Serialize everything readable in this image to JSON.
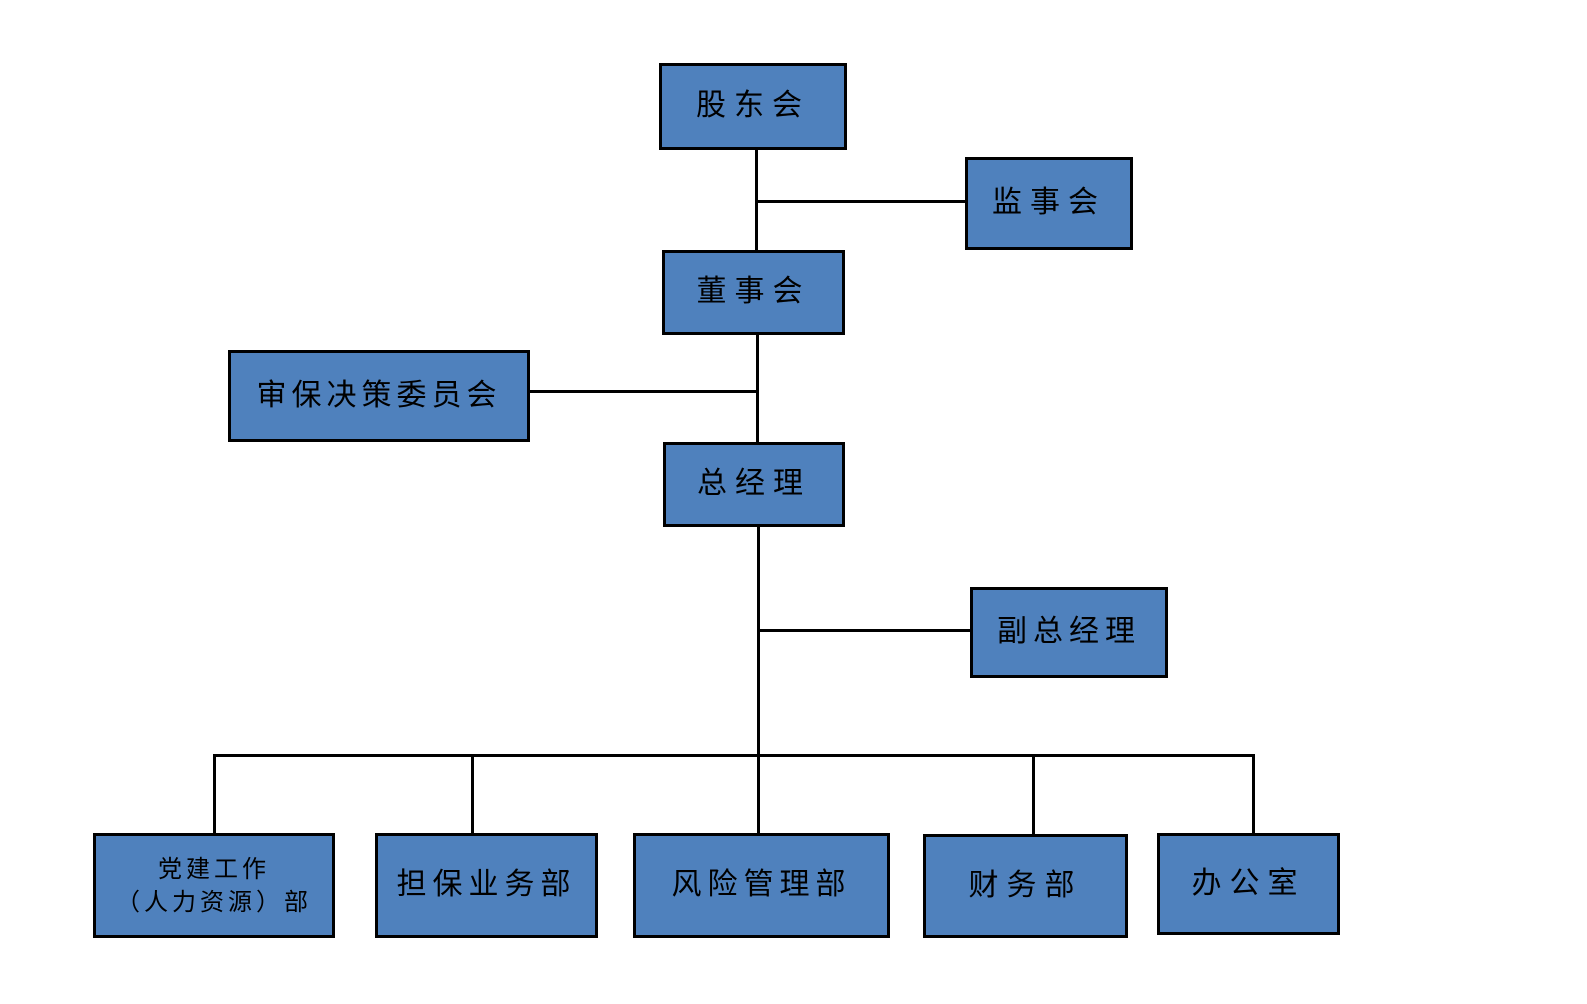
{
  "diagram": {
    "type": "org-chart",
    "colors": {
      "box_fill": "#4f81bd",
      "box_border": "#000000",
      "connector": "#000000",
      "text": "#000000",
      "background": "#ffffff"
    },
    "nodes": {
      "shareholders": {
        "label": "股东会"
      },
      "supervisory": {
        "label": "监事会"
      },
      "board": {
        "label": "董事会"
      },
      "committee": {
        "label": "审保决策委员会"
      },
      "general_manager": {
        "label": "总经理"
      },
      "deputy_general_manager": {
        "label": "副总经理"
      },
      "party_hr": {
        "label_line1": "党建工作",
        "label_line2": "（人力资源）部"
      },
      "guarantee_business": {
        "label": "担保业务部"
      },
      "risk_management": {
        "label": "风险管理部"
      },
      "finance": {
        "label": "财务部"
      },
      "office": {
        "label": "办公室"
      }
    },
    "edges": [
      {
        "from": "shareholders",
        "to": "board"
      },
      {
        "from": "shareholders-board-link",
        "to": "supervisory"
      },
      {
        "from": "board",
        "to": "general_manager"
      },
      {
        "from": "committee",
        "to": "board-general_manager-link"
      },
      {
        "from": "general_manager",
        "to": "deputy_general_manager"
      },
      {
        "from": "general_manager",
        "to": "party_hr"
      },
      {
        "from": "general_manager",
        "to": "guarantee_business"
      },
      {
        "from": "general_manager",
        "to": "risk_management"
      },
      {
        "from": "general_manager",
        "to": "finance"
      },
      {
        "from": "general_manager",
        "to": "office"
      }
    ]
  }
}
